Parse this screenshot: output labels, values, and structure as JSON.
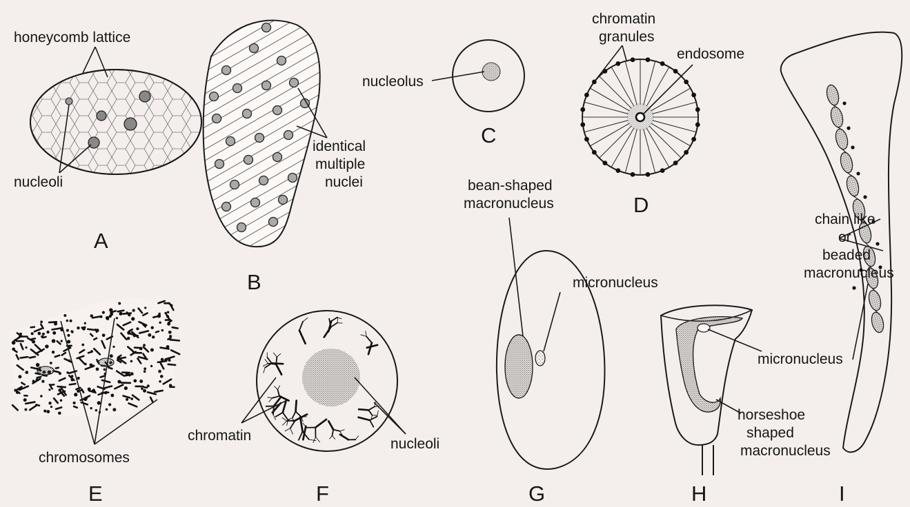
{
  "panels": {
    "A": {
      "letter": "A",
      "labels": {
        "lattice_1": "honeycomb lattice",
        "nucleoli": "nucleoli"
      }
    },
    "B": {
      "letter": "B",
      "labels": {
        "l1": "identical",
        "l2": "multiple",
        "l3": "nuclei"
      }
    },
    "C": {
      "letter": "C",
      "labels": {
        "nucleolus": "nucleolus"
      }
    },
    "D": {
      "letter": "D",
      "labels": {
        "chromatin_1": "chromatin",
        "chromatin_2": "granules",
        "endosome": "endosome"
      }
    },
    "E": {
      "letter": "E",
      "labels": {
        "chromosomes": "chromosomes"
      }
    },
    "F": {
      "letter": "F",
      "labels": {
        "chromatin": "chromatin",
        "nucleoli": "nucleoli"
      }
    },
    "G": {
      "letter": "G",
      "labels": {
        "bean_1": "bean-shaped",
        "bean_2": "macronucleus",
        "micronucleus": "micronucleus"
      }
    },
    "H": {
      "letter": "H",
      "labels": {
        "micronucleus": "micronucleus",
        "horse_1": "horseshoe",
        "horse_2": "shaped",
        "horse_3": "macronucleus"
      }
    },
    "I": {
      "letter": "I",
      "labels": {
        "chain_1": "chain like",
        "chain_2": "or",
        "chain_3": "beaded",
        "chain_4": "macronucleus"
      }
    }
  }
}
